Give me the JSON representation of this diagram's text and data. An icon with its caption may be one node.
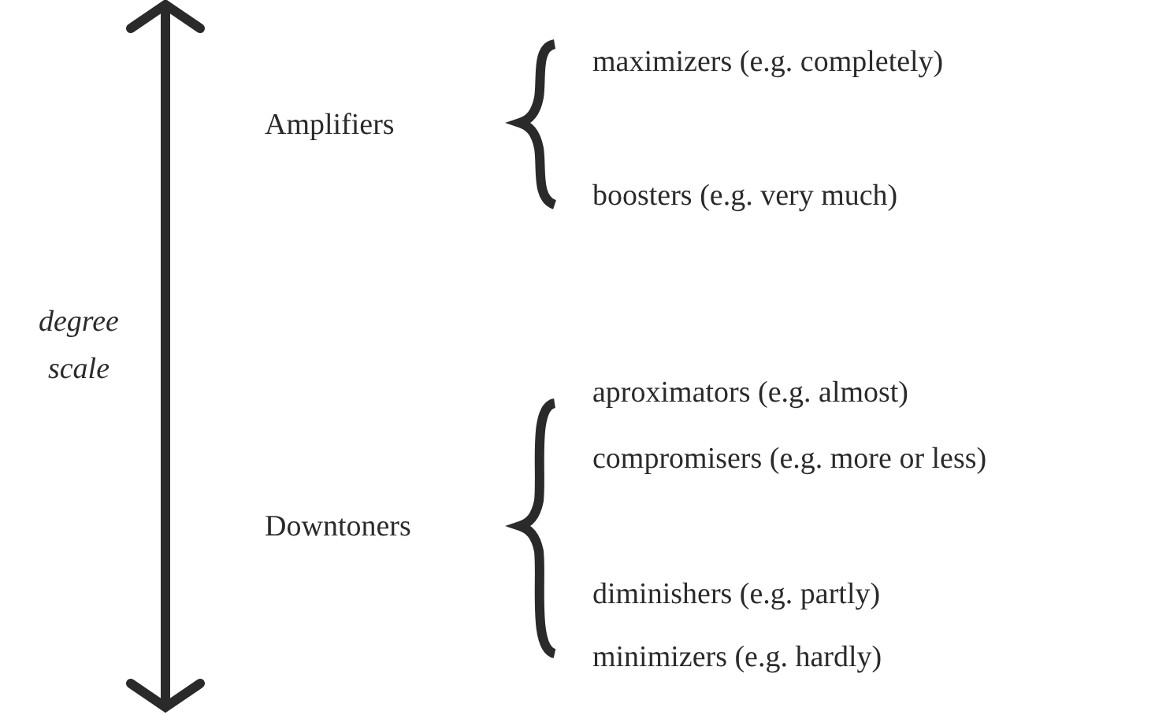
{
  "diagram": {
    "labels": [
      "maximizers (e.g. completely)",
      "Amplifiers",
      "boosters (e.g. very much)",
      "degree scale",
      "aproximators (e.g. almost)",
      "compromisers (e.g. more or less)",
      "Downtoners",
      "diminishers (e.g. partly)",
      "minimizers (e.g. hardly)"
    ]
  }
}
